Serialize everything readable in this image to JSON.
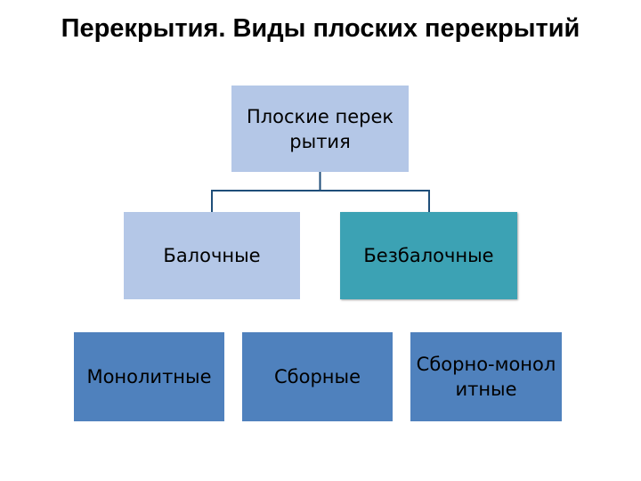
{
  "title": "Перекрытия. Виды плоских перекрытий",
  "nodes": {
    "root": "Плоские перекрытия",
    "beam": "Балочные",
    "beamless": "Безбалочные",
    "monolithic": "Монолитные",
    "precast": "Сборные",
    "precast_monolithic": "Сборно-монолитные"
  },
  "colors": {
    "light_blue": "#b4c7e7",
    "teal": "#3ca2b4",
    "blue": "#4f81bd",
    "connector": "#1f4e79"
  }
}
